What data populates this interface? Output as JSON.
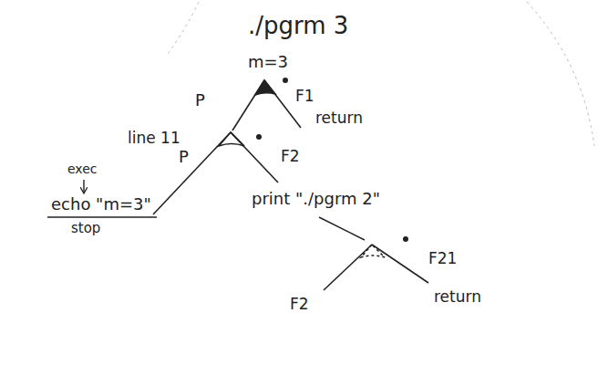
{
  "diagram": {
    "labels": [
      "./pgrm 3",
      "m=3",
      "P",
      "F1",
      "return",
      "line 11",
      "P",
      "F2",
      "print \"./pgrm 2\"",
      "exec",
      "echo \"m=3\"",
      "stop",
      "F2",
      "F21",
      "return"
    ]
  }
}
